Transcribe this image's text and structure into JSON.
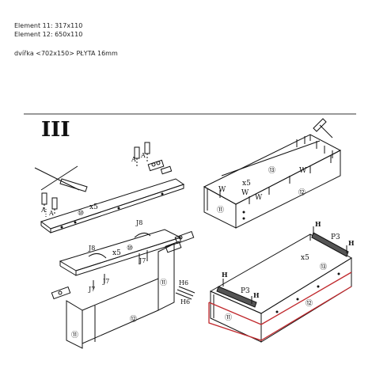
{
  "notes": {
    "line1": "Element 11: 317x110",
    "line2": "Element 12: 650x110",
    "line3": "dvířka <702x150> PŁYTA 16mm"
  },
  "step": "III",
  "labels": {
    "A": "A",
    "J7": "J7",
    "J8": "J8",
    "H": "H",
    "H6": "H6",
    "P3": "P3",
    "W": "W",
    "x5": "x5",
    "n10": "⑩",
    "n11": "⑪",
    "n12": "⑫",
    "n13": "⑬"
  },
  "colors": {
    "line": "#111111",
    "highlight": "#c0282c"
  }
}
